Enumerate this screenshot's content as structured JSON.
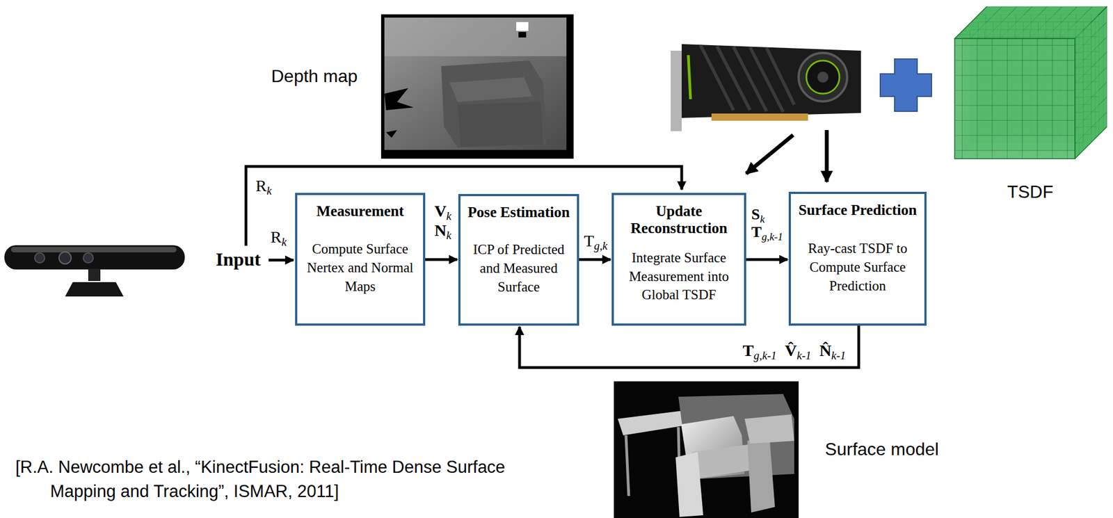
{
  "diagram": {
    "nodes": [
      {
        "text": [
          "Measurement",
          "Compute Surface Nertex and Normal Maps"
        ]
      },
      {
        "text": [
          "Pose Estimation",
          "ICP of Predicted and Measured Surface"
        ]
      },
      {
        "text": [
          "Update Reconstruction",
          "Integrate Surface Measurement into Global TSDF"
        ]
      },
      {
        "text": [
          "Surface Prediction",
          "Ray-cast TSDF to Compute Surface Prediction"
        ]
      }
    ],
    "edges": [
      {
        "from": 0,
        "to": 1,
        "arrow": "to",
        "label": "Vk Nk"
      },
      {
        "from": 1,
        "to": 2,
        "arrow": "to",
        "label": "Tg,k"
      },
      {
        "from": 2,
        "to": 3,
        "arrow": "to",
        "label": "Sk Tg,k-1"
      },
      {
        "from": 3,
        "to": 1,
        "arrow": "to",
        "label": "Tg,k-1 V̂k-1 N̂k-1"
      }
    ],
    "labels": [
      "Depth map",
      "TSDF",
      "Rk",
      "Input",
      "Rk",
      "Surface model",
      "[R.A. Newcombe et al., “KinectFusion: Real-Time Dense Surface Mapping and Tracking”, ISMAR, 2011]"
    ]
  }
}
